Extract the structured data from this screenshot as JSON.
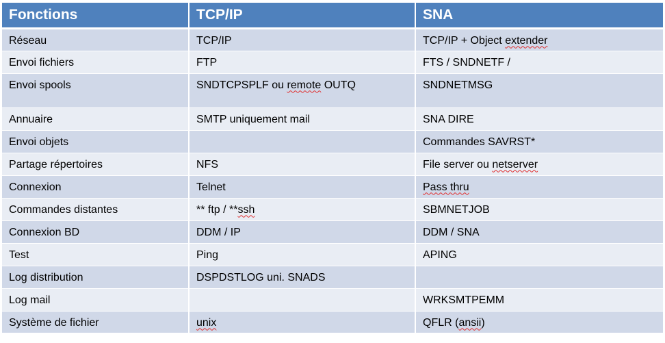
{
  "headers": [
    "Fonctions",
    "TCP/IP",
    "SNA"
  ],
  "rows": [
    {
      "fonction": "Réseau",
      "tcpip": "TCP/IP",
      "sna_pre": "TCP/IP + Object ",
      "sna_sq": "extender",
      "sna_post": ""
    },
    {
      "fonction": "Envoi fichiers",
      "tcpip": "FTP",
      "sna": "FTS / SNDNETF /"
    },
    {
      "fonction": "Envoi spools",
      "tcpip_pre": "SNDTCPSPLF ou ",
      "tcpip_sq": "remote",
      "tcpip_post": " OUTQ",
      "sna": "SNDNETMSG"
    },
    {
      "fonction": "Annuaire",
      "tcpip": "SMTP uniquement mail",
      "sna": "SNA DIRE"
    },
    {
      "fonction": "Envoi objets",
      "tcpip": "",
      "sna": "Commandes SAVRST*"
    },
    {
      "fonction": "Partage répertoires",
      "tcpip": "NFS",
      "sna_pre": "File server ou ",
      "sna_sq": "netserver",
      "sna_post": ""
    },
    {
      "fonction": "Connexion",
      "tcpip": "Telnet",
      "sna_pre": "",
      "sna_sq": "Pass thru",
      "sna_post": ""
    },
    {
      "fonction": "Commandes distantes",
      "tcpip_pre": "** ftp / **",
      "tcpip_sq": "ssh",
      "tcpip_post": "",
      "sna": "SBMNETJOB"
    },
    {
      "fonction": "Connexion BD",
      "tcpip": "DDM / IP",
      "sna": "DDM / SNA"
    },
    {
      "fonction": "Test",
      "tcpip": "Ping",
      "sna": "APING"
    },
    {
      "fonction": "Log distribution",
      "tcpip": "DSPDSTLOG uni. SNADS",
      "sna": ""
    },
    {
      "fonction": "Log mail",
      "tcpip": "",
      "sna": "WRKSMTPEMM"
    },
    {
      "fonction": "Système de fichier",
      "tcpip_pre": "",
      "tcpip_sq": "unix",
      "tcpip_post": "",
      "sna_pre": "QFLR (",
      "sna_sq": "ansii",
      "sna_post": ")"
    }
  ]
}
